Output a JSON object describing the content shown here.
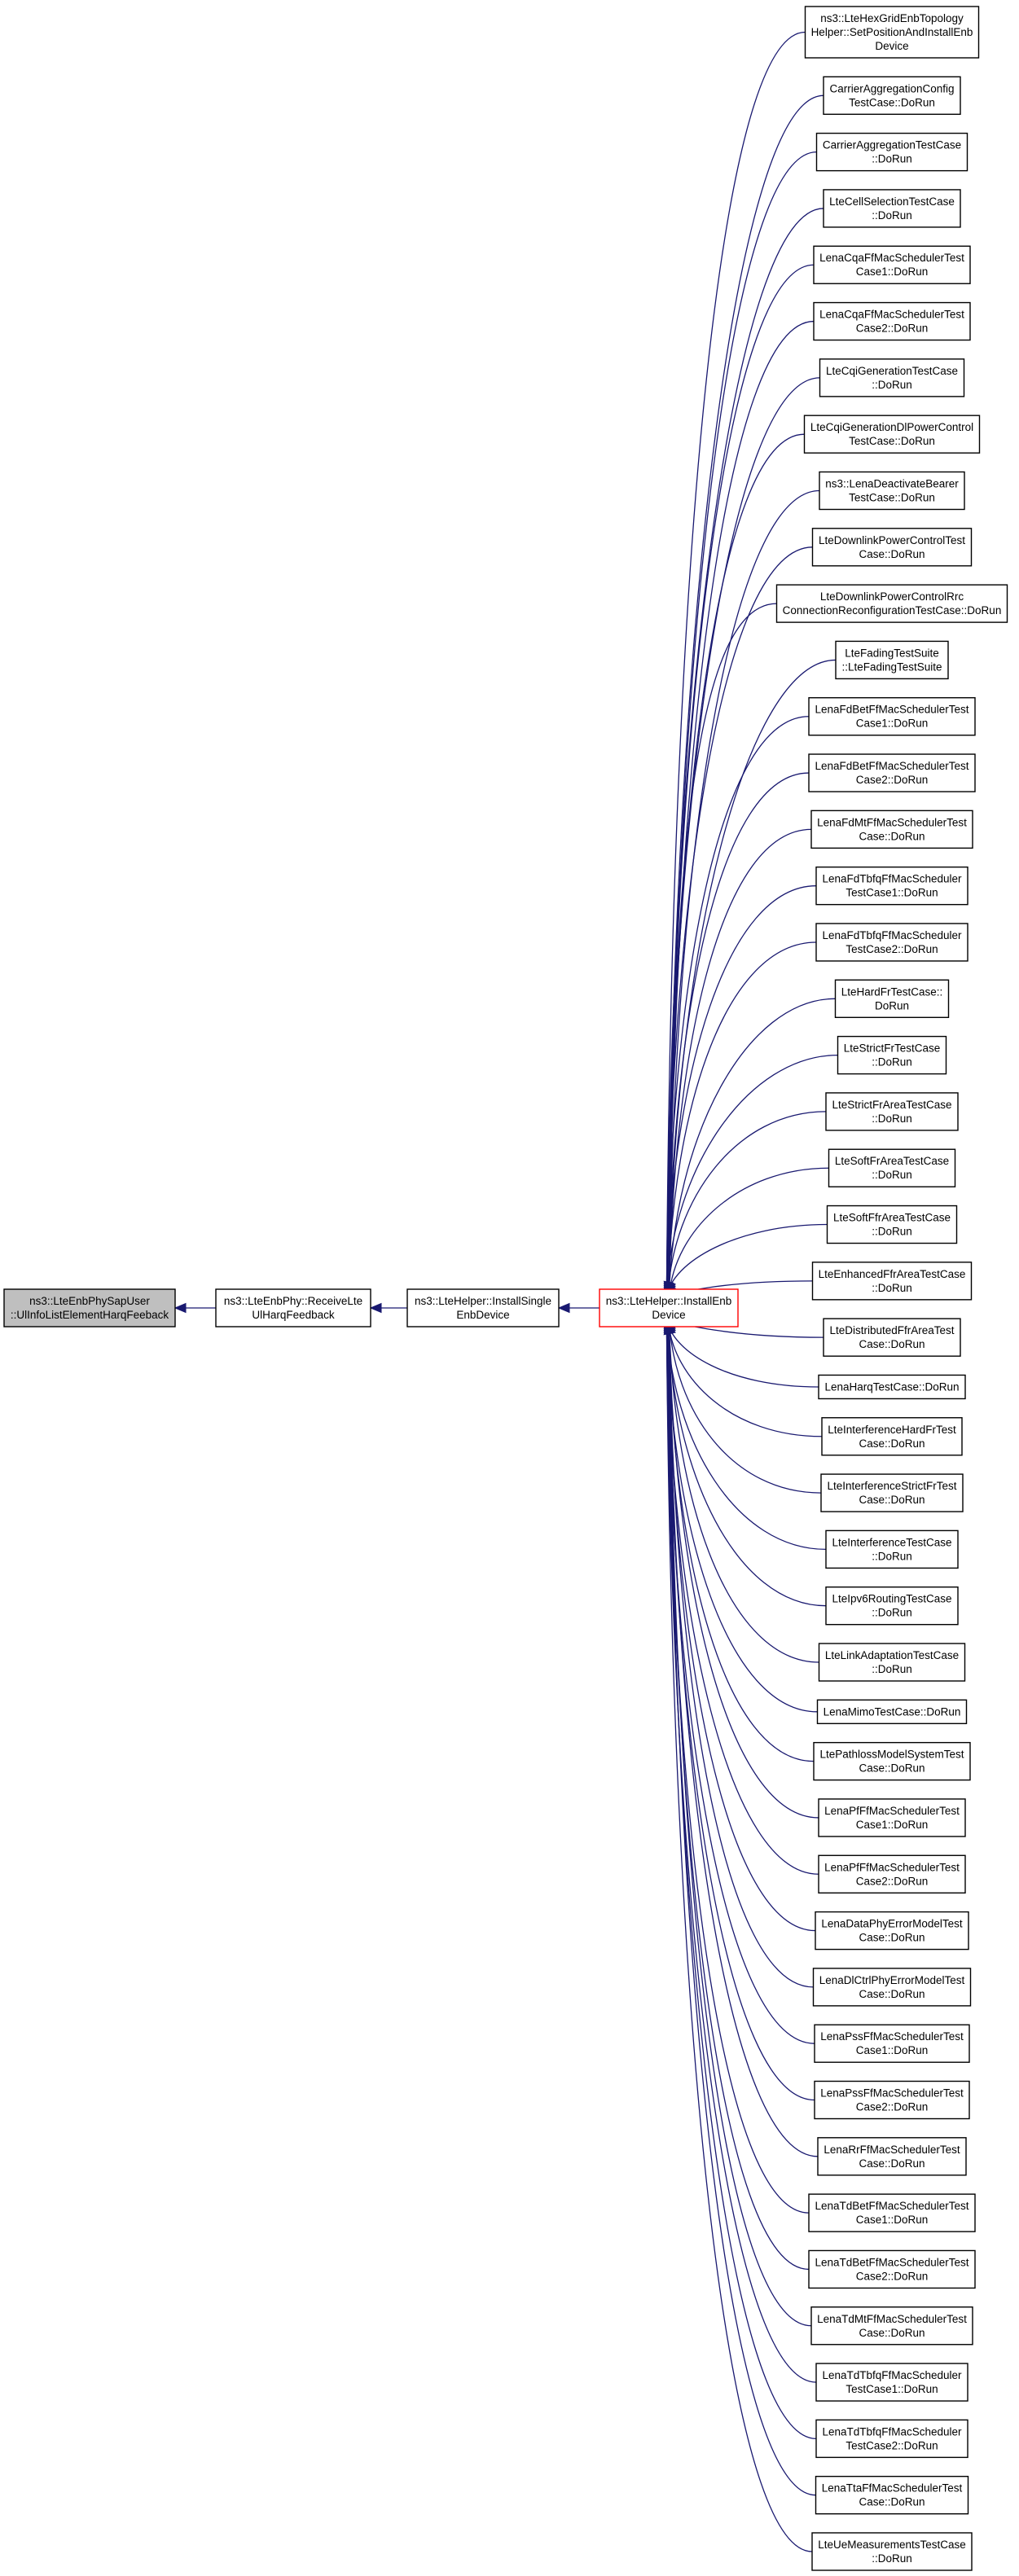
{
  "graph": {
    "colors": {
      "edge": "#191970",
      "focus_border": "#ff0000",
      "root_fill": "#bfbfbf",
      "box_border": "#000000"
    },
    "chain": [
      {
        "id": "root",
        "lines": [
          "ns3::LteEnbPhySapUser",
          "::UlInfoListElementHarqFeeback"
        ]
      },
      {
        "id": "recv",
        "lines": [
          "ns3::LteEnbPhy::ReceiveLte",
          "UlHarqFeedback"
        ]
      },
      {
        "id": "single",
        "lines": [
          "ns3::LteHelper::InstallSingle",
          "EnbDevice"
        ]
      },
      {
        "id": "install",
        "lines": [
          "ns3::LteHelper::InstallEnb",
          "Device"
        ]
      }
    ],
    "callers": [
      {
        "lines": [
          "ns3::LteHexGridEnbTopology",
          "Helper::SetPositionAndInstallEnb",
          "Device"
        ]
      },
      {
        "lines": [
          "CarrierAggregationConfig",
          "TestCase::DoRun"
        ]
      },
      {
        "lines": [
          "CarrierAggregationTestCase",
          "::DoRun"
        ]
      },
      {
        "lines": [
          "LteCellSelectionTestCase",
          "::DoRun"
        ]
      },
      {
        "lines": [
          "LenaCqaFfMacSchedulerTest",
          "Case1::DoRun"
        ]
      },
      {
        "lines": [
          "LenaCqaFfMacSchedulerTest",
          "Case2::DoRun"
        ]
      },
      {
        "lines": [
          "LteCqiGenerationTestCase",
          "::DoRun"
        ]
      },
      {
        "lines": [
          "LteCqiGenerationDlPowerControl",
          "TestCase::DoRun"
        ]
      },
      {
        "lines": [
          "ns3::LenaDeactivateBearer",
          "TestCase::DoRun"
        ]
      },
      {
        "lines": [
          "LteDownlinkPowerControlTest",
          "Case::DoRun"
        ]
      },
      {
        "lines": [
          "LteDownlinkPowerControlRrc",
          "ConnectionReconfigurationTestCase::DoRun"
        ]
      },
      {
        "lines": [
          "LteFadingTestSuite",
          "::LteFadingTestSuite"
        ]
      },
      {
        "lines": [
          "LenaFdBetFfMacSchedulerTest",
          "Case1::DoRun"
        ]
      },
      {
        "lines": [
          "LenaFdBetFfMacSchedulerTest",
          "Case2::DoRun"
        ]
      },
      {
        "lines": [
          "LenaFdMtFfMacSchedulerTest",
          "Case::DoRun"
        ]
      },
      {
        "lines": [
          "LenaFdTbfqFfMacScheduler",
          "TestCase1::DoRun"
        ]
      },
      {
        "lines": [
          "LenaFdTbfqFfMacScheduler",
          "TestCase2::DoRun"
        ]
      },
      {
        "lines": [
          "LteHardFrTestCase::",
          "DoRun"
        ]
      },
      {
        "lines": [
          "LteStrictFrTestCase",
          "::DoRun"
        ]
      },
      {
        "lines": [
          "LteStrictFrAreaTestCase",
          "::DoRun"
        ]
      },
      {
        "lines": [
          "LteSoftFrAreaTestCase",
          "::DoRun"
        ]
      },
      {
        "lines": [
          "LteSoftFfrAreaTestCase",
          "::DoRun"
        ]
      },
      {
        "lines": [
          "LteEnhancedFfrAreaTestCase",
          "::DoRun"
        ]
      },
      {
        "lines": [
          "LteDistributedFfrAreaTest",
          "Case::DoRun"
        ]
      },
      {
        "lines": [
          "LenaHarqTestCase::DoRun"
        ]
      },
      {
        "lines": [
          "LteInterferenceHardFrTest",
          "Case::DoRun"
        ]
      },
      {
        "lines": [
          "LteInterferenceStrictFrTest",
          "Case::DoRun"
        ]
      },
      {
        "lines": [
          "LteInterferenceTestCase",
          "::DoRun"
        ]
      },
      {
        "lines": [
          "LteIpv6RoutingTestCase",
          "::DoRun"
        ]
      },
      {
        "lines": [
          "LteLinkAdaptationTestCase",
          "::DoRun"
        ]
      },
      {
        "lines": [
          "LenaMimoTestCase::DoRun"
        ]
      },
      {
        "lines": [
          "LtePathlossModelSystemTest",
          "Case::DoRun"
        ]
      },
      {
        "lines": [
          "LenaPfFfMacSchedulerTest",
          "Case1::DoRun"
        ]
      },
      {
        "lines": [
          "LenaPfFfMacSchedulerTest",
          "Case2::DoRun"
        ]
      },
      {
        "lines": [
          "LenaDataPhyErrorModelTest",
          "Case::DoRun"
        ]
      },
      {
        "lines": [
          "LenaDlCtrlPhyErrorModelTest",
          "Case::DoRun"
        ]
      },
      {
        "lines": [
          "LenaPssFfMacSchedulerTest",
          "Case1::DoRun"
        ]
      },
      {
        "lines": [
          "LenaPssFfMacSchedulerTest",
          "Case2::DoRun"
        ]
      },
      {
        "lines": [
          "LenaRrFfMacSchedulerTest",
          "Case::DoRun"
        ]
      },
      {
        "lines": [
          "LenaTdBetFfMacSchedulerTest",
          "Case1::DoRun"
        ]
      },
      {
        "lines": [
          "LenaTdBetFfMacSchedulerTest",
          "Case2::DoRun"
        ]
      },
      {
        "lines": [
          "LenaTdMtFfMacSchedulerTest",
          "Case::DoRun"
        ]
      },
      {
        "lines": [
          "LenaTdTbfqFfMacScheduler",
          "TestCase1::DoRun"
        ]
      },
      {
        "lines": [
          "LenaTdTbfqFfMacScheduler",
          "TestCase2::DoRun"
        ]
      },
      {
        "lines": [
          "LenaTtaFfMacSchedulerTest",
          "Case::DoRun"
        ]
      },
      {
        "lines": [
          "LteUeMeasurementsTestCase",
          "::DoRun"
        ]
      }
    ]
  }
}
